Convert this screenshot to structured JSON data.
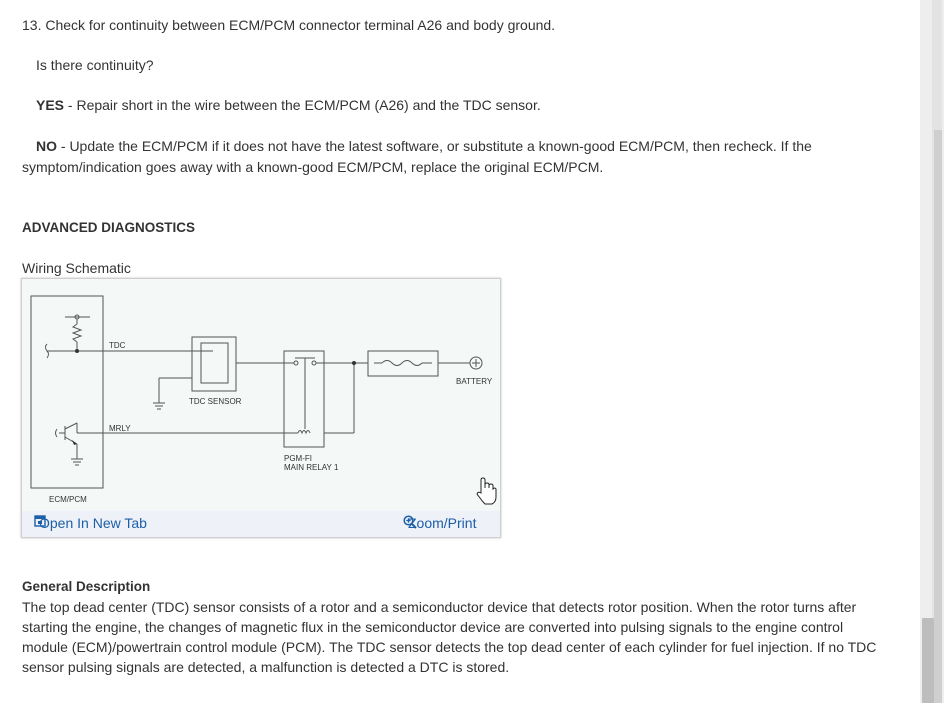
{
  "step": {
    "number_text": "13. Check for continuity between ECM/PCM connector terminal A26 and body ground.",
    "question": "Is there continuity?",
    "yes_label": "YES",
    "yes_text": " - Repair short in the wire between the ECM/PCM (A26) and the TDC sensor.",
    "no_label": "NO",
    "no_text_line1": " - Update the ECM/PCM if it does not have the latest software, or substitute a known-good ECM/PCM, then recheck. If the",
    "no_text_line2": "symptom/indication goes away with a known-good ECM/PCM, replace the original ECM/PCM."
  },
  "advanced": {
    "heading": "ADVANCED DIAGNOSTICS",
    "schematic_title": "Wiring Schematic"
  },
  "schematic": {
    "label_tdc": "TDC",
    "label_mrly": "MRLY",
    "label_tdc_sensor": "TDC SENSOR",
    "label_pgmfi": "PGM-FI",
    "label_main_relay": "MAIN  RELAY 1",
    "label_battery": "BATTERY",
    "label_ecm": "ECM/PCM",
    "open_new_tab": "Open In New Tab",
    "zoom_print": "Zoom/Print"
  },
  "general": {
    "heading": "General Description",
    "line1": "The top dead center (TDC) sensor consists of a rotor and a semiconductor device that detects rotor position. When the rotor turns after",
    "line2": "starting the engine, the changes of magnetic flux in the semiconductor device are converted into pulsing signals to the engine control",
    "line3": "module (ECM)/powertrain control module (PCM). The TDC sensor detects the top dead center of each cylinder for fuel injection. If no TDC",
    "line4": "sensor pulsing signals are detected, a malfunction is detected a DTC is stored."
  },
  "colors": {
    "link": "#1b5fa8",
    "text": "#333333",
    "schematic_bg": "#f4f8f6"
  }
}
